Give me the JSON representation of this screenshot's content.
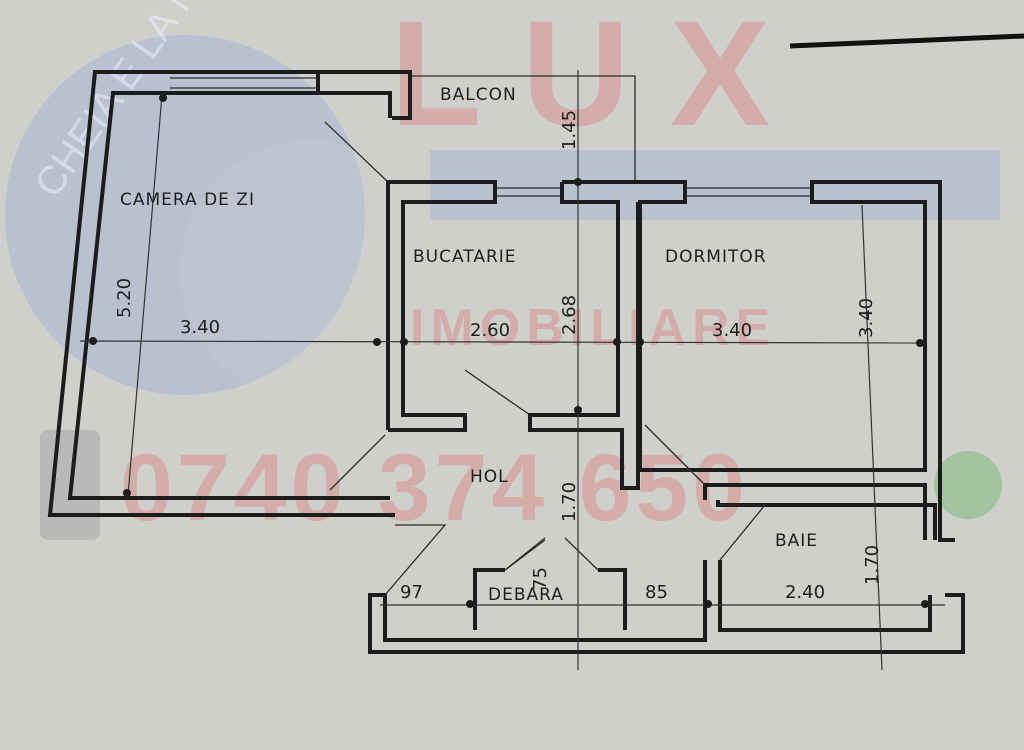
{
  "rooms": {
    "camera_de_zi": "CAMERA DE ZI",
    "balcon": "BALCON",
    "bucatarie": "BUCATARIE",
    "dormitor": "DORMITOR",
    "hol": "HOL",
    "debara": "DEBARA",
    "baie": "BAIE"
  },
  "dimensions": {
    "camera_width": "3.40",
    "camera_length": "5.20",
    "balcon_depth": "1.45",
    "bucatarie_width": "2.60",
    "bucatarie_length": "2.68",
    "dormitor_width": "3.40",
    "dormitor_length": "3.40",
    "hol_length": "1.70",
    "debara_door": "75",
    "hol_left": "97",
    "hol_right": "85",
    "baie_width": "2.40",
    "baie_length": "1.70"
  },
  "watermarks": {
    "circle_text": "CHEIA E LA NOI",
    "brand": "LUX",
    "brand_sub": "IMOBILIARE",
    "phone": "0740 374 650"
  },
  "colors": {
    "paper": "#cfcfcc",
    "ink": "#1c1c1c",
    "watermark_red": "#e07070",
    "watermark_blue": "#8fa6d8",
    "watermark_green": "#4caf50"
  }
}
